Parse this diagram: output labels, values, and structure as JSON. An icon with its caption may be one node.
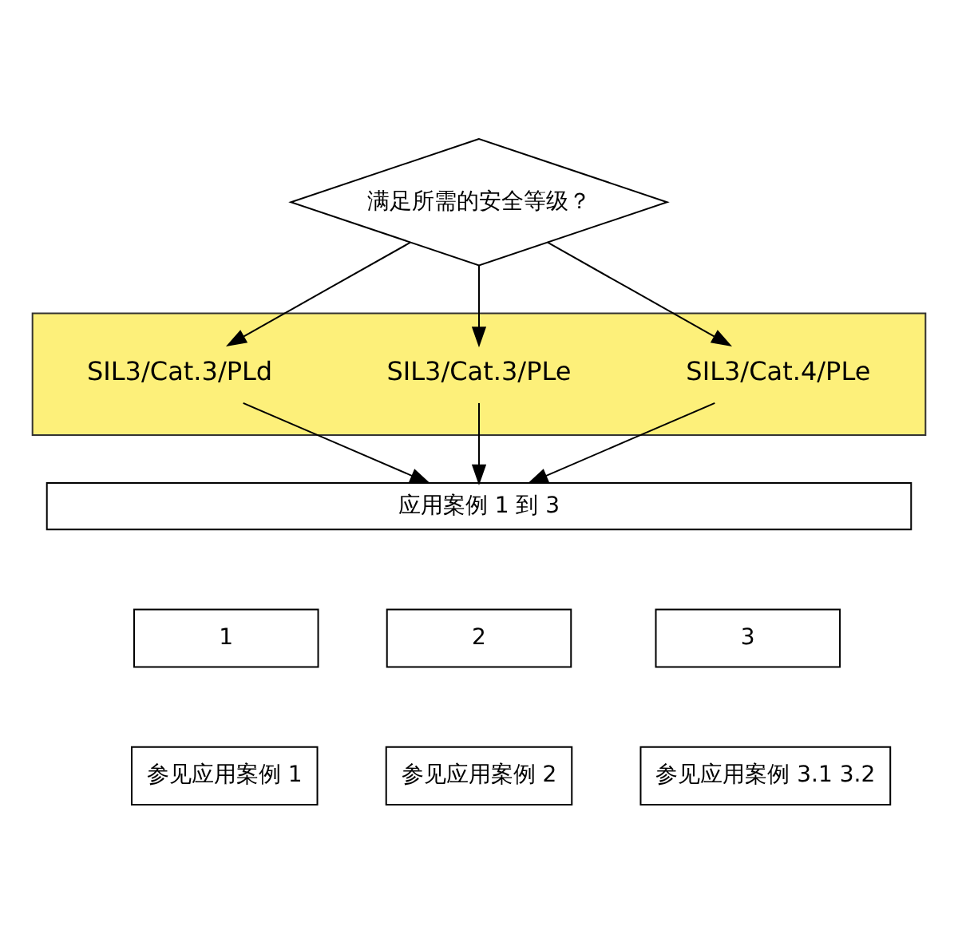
{
  "diagram": {
    "nodes": [
      {
        "text": [
          "满足所需的安全等级？"
        ]
      },
      {
        "text": [],
        "shape": "box"
      },
      {
        "text": [
          "SIL3/Cat.3/PLd"
        ],
        "in": 1
      },
      {
        "text": [
          "SIL3/Cat.3/PLe"
        ],
        "in": 1
      },
      {
        "text": [
          "SIL3/Cat.4/PLe"
        ],
        "in": 1
      },
      {
        "text": [
          "应用案例 1 到 3"
        ]
      },
      {
        "text": [
          "1"
        ]
      },
      {
        "text": [
          "参见应用案例 1"
        ]
      },
      {
        "text": [
          "2"
        ]
      },
      {
        "text": [
          "参见应用案例 2"
        ]
      },
      {
        "text": [
          "3"
        ]
      },
      {
        "text": [
          "参见应用案例 3.1 3.2"
        ]
      }
    ],
    "edges": [
      {
        "from": 0,
        "to": 2,
        "arrow": "to"
      },
      {
        "from": 0,
        "to": 3,
        "arrow": "to"
      },
      {
        "from": 0,
        "to": 4,
        "arrow": "to"
      },
      {
        "from": 2,
        "to": 5,
        "arrow": "to"
      },
      {
        "from": 3,
        "to": 5,
        "arrow": "to"
      },
      {
        "from": 4,
        "to": 5,
        "arrow": "to"
      }
    ]
  }
}
